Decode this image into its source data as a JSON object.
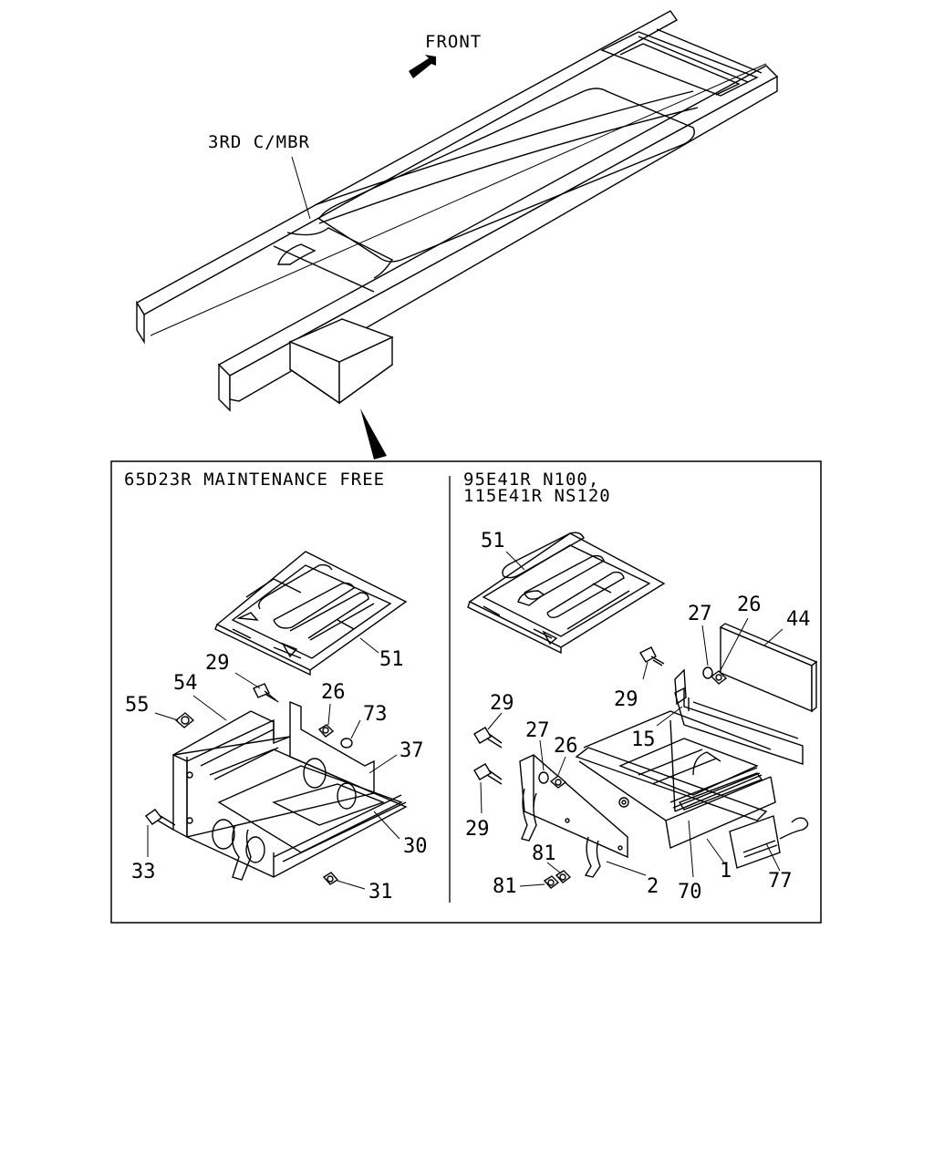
{
  "top": {
    "front_label": "FRONT",
    "member_label": "3RD C/MBR"
  },
  "left_panel": {
    "title": "65D23R MAINTENANCE FREE",
    "parts": [
      "51",
      "29",
      "54",
      "26",
      "55",
      "73",
      "37",
      "30",
      "33",
      "31"
    ]
  },
  "right_panel": {
    "title_line1": "95E41R N100,",
    "title_line2": "115E41R NS120",
    "parts": [
      "51",
      "27",
      "26",
      "44",
      "29",
      "29",
      "15",
      "27",
      "26",
      "29",
      "81",
      "81",
      "2",
      "70",
      "1",
      "77"
    ]
  }
}
